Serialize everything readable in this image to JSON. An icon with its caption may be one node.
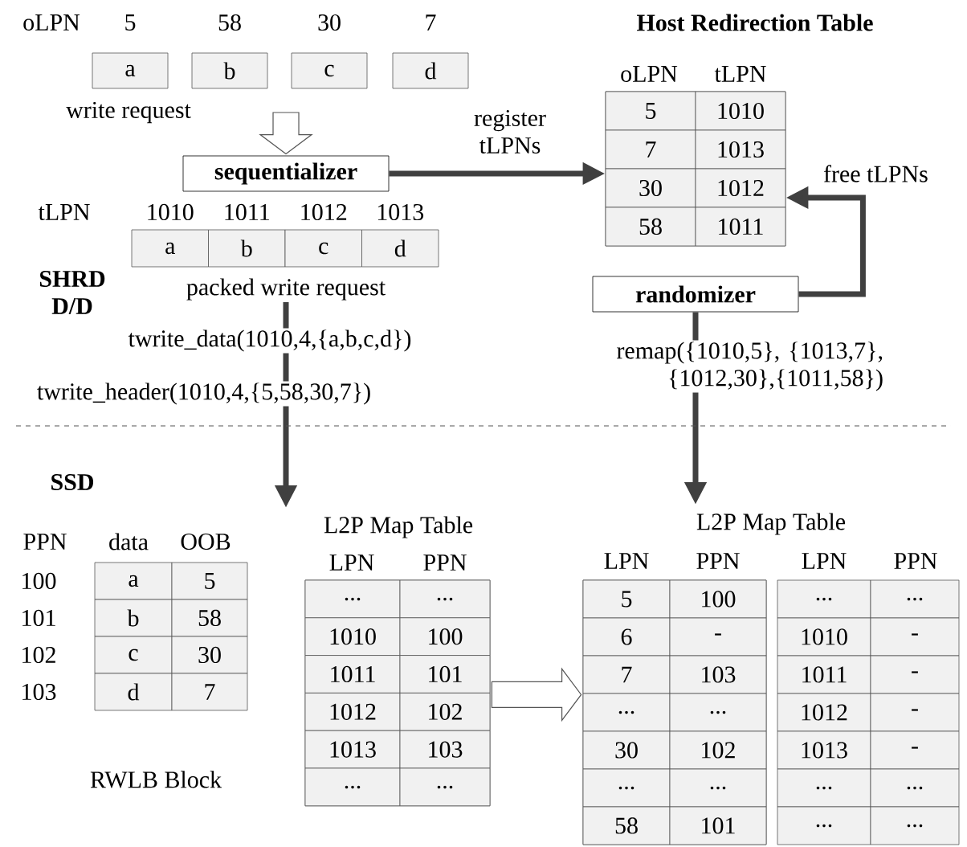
{
  "diagram": {
    "nodes": [
      {
        "text": [
          "write request"
        ]
      },
      {
        "text": [
          "sequentializer"
        ]
      },
      {
        "text": [
          "Host Redirection Table"
        ]
      },
      {
        "text": [
          "packed write request"
        ]
      },
      {
        "text": [
          "randomizer"
        ]
      },
      {
        "text": [
          "L2P Map Table"
        ]
      },
      {
        "text": [
          "L2P Map Table"
        ]
      }
    ],
    "edges": [
      {
        "from": 0,
        "to": 1,
        "arrow": "to"
      },
      {
        "from": 1,
        "to": 2,
        "arrow": "to",
        "label": "register tLPNs"
      },
      {
        "from": 3,
        "to": 5,
        "arrow": "to"
      },
      {
        "from": 4,
        "to": 2,
        "arrow": "to",
        "label": "free tLPNs"
      },
      {
        "from": 4,
        "to": 6,
        "arrow": "to"
      },
      {
        "from": 5,
        "to": 6,
        "arrow": "to"
      }
    ],
    "labels": [
      "oLPN",
      "5",
      "58",
      "30",
      "7",
      "a",
      "b",
      "c",
      "d",
      "tLPN",
      "1010",
      "1011",
      "1012",
      "1013",
      "a",
      "b",
      "c",
      "d",
      "SHRD D/D",
      "twrite_data(1010,4,{a,b,c,d})",
      "twrite_header(1010,4,{5,58,30,7})",
      "oLPN",
      "tLPN",
      "5",
      "1010",
      "7",
      "1013",
      "30",
      "1012",
      "58",
      "1011",
      "remap({1010,5}, {1013,7}, {1012,30},{1011,58})",
      "SSD",
      "PPN",
      "data",
      "OOB",
      "100",
      "a",
      "5",
      "101",
      "b",
      "58",
      "102",
      "c",
      "30",
      "103",
      "d",
      "7",
      "RWLB Block",
      "LPN",
      "PPN",
      "...",
      "...",
      "1010",
      "100",
      "1011",
      "101",
      "1012",
      "102",
      "1013",
      "103",
      "...",
      "...",
      "LPN",
      "PPN",
      "LPN",
      "PPN",
      "5",
      "100",
      "...",
      "...",
      "6",
      "-",
      "1010",
      "-",
      "7",
      "103",
      "1011",
      "-",
      "...",
      "...",
      "1012",
      "-",
      "30",
      "102",
      "1013",
      "-",
      "...",
      "...",
      "...",
      "...",
      "58",
      "101",
      "...",
      "..."
    ]
  }
}
